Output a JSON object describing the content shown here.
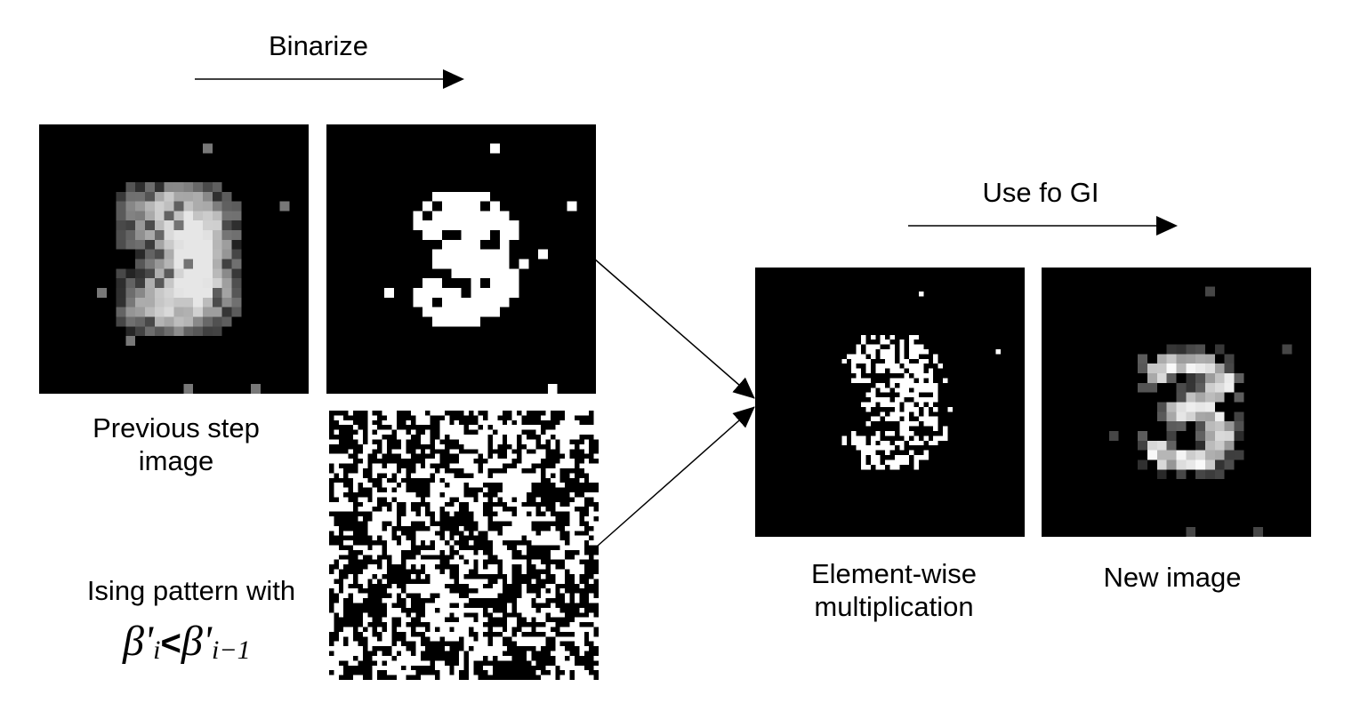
{
  "labels": {
    "binarize": "Binarize",
    "use_fo_gi": "Use fo GI",
    "previous_step_line1": "Previous step",
    "previous_step_line2": "image",
    "ising_pattern": "Ising pattern with",
    "elementwise_line1": "Element-wise",
    "elementwise_line2": "multiplication",
    "new_image": "New image"
  },
  "formula": {
    "lhs_symbol": "β'",
    "lhs_subscript": "i",
    "operator": "<",
    "rhs_symbol": "β'",
    "rhs_subscript": "i−1"
  },
  "colors": {
    "background": "#ffffff",
    "panel": "#000000",
    "arrow": "#000000"
  }
}
